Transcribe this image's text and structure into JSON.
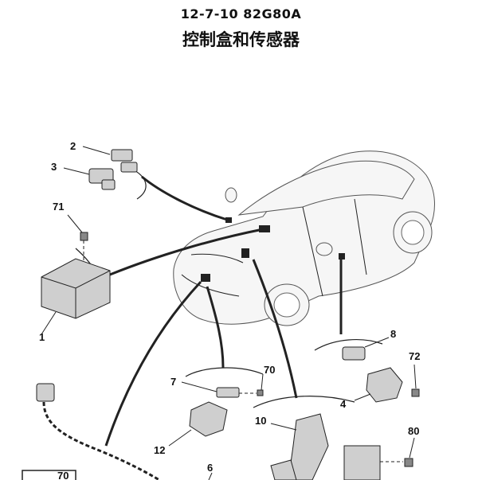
{
  "header": {
    "code": "12-7-10 82G80A",
    "title": "控制盒和传感器"
  },
  "callouts": [
    "1",
    "2",
    "3",
    "4",
    "6",
    "7",
    "8",
    "10",
    "12",
    "70",
    "70",
    "71",
    "72",
    "80"
  ],
  "colors": {
    "ink": "#111111",
    "background": "#ffffff"
  }
}
